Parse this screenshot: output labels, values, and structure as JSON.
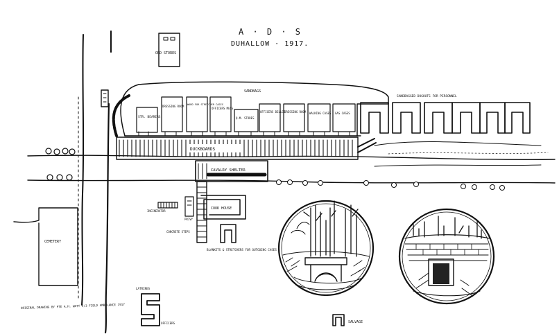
{
  "title": {
    "line1": "A · D · S",
    "line2": "DUHALLOW · 1917."
  },
  "labels": {
    "ordnance_stores": "ORD\nSTORES",
    "sandbags": "SANDBAGS",
    "dugouts_for_personnel": "SANDBAGGED DUGOUTS FOR PERSONNEL",
    "stretcher_bearers_room": "STR. BEARERS",
    "dressing_room": "DRESSING ROOM",
    "ward_for_stretcher_cases": "WARD FOR STRETCHER CASES",
    "officers_mess": "OFFICERS MESS",
    "quartermaster": "Q.M. STORES",
    "officers_billet": "OFFICERS BILLET",
    "dressing_room_lower": "DRESSING ROOM",
    "walking_cases": "WALKING CASES",
    "gas_cases": "GAS CASES",
    "duckboards": "DUCKBOARDS",
    "cavalry_shelter": "CAVALRY SHELTER",
    "cook_house": "COOK HOUSE",
    "incinerator": "INCINERATOR",
    "privy": "PRIVY",
    "concrete_steps": "CONCRETE STEPS",
    "blankets_stretchers": "BLANKETS & STRETCHERS FOR OUTGOING CASES",
    "cemetery": "CEMETERY",
    "salvage": "SALVAGE",
    "latrines": "LATRINES",
    "officers": "OFFICERS",
    "credit": "ORIGINAL DRAWING BY PTE A.H. WATT 2/3 FIELD AMBULANCE 1917"
  }
}
